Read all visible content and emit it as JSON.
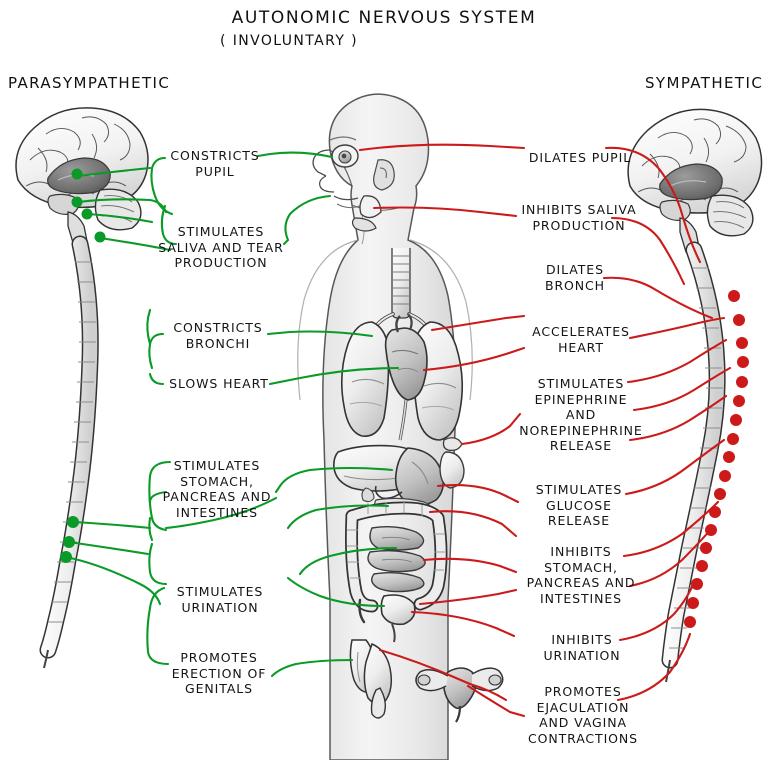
{
  "title": {
    "main": "AUTONOMIC NERVOUS SYSTEM",
    "sub": "( INVOLUNTARY )"
  },
  "columns": {
    "left_heading": "PARASYMPATHETIC",
    "right_heading": "SYMPATHETIC"
  },
  "colors": {
    "parasympathetic": "#0a9a28",
    "sympathetic": "#cc1a1a",
    "ink": "#141414",
    "body_fill": "#efefef",
    "organ_fill": "#f7f7f7",
    "shade": "#9a9a9a"
  },
  "parasympathetic_labels": [
    {
      "id": "constricts-pupil",
      "text": "CONSTRICTS\nPUPIL"
    },
    {
      "id": "stimulates-saliva-tear",
      "text": "STIMULATES\nSALIVA AND TEAR\nPRODUCTION"
    },
    {
      "id": "constricts-bronchi",
      "text": "CONSTRICTS\nBRONCHI"
    },
    {
      "id": "slows-heart",
      "text": "SLOWS HEART"
    },
    {
      "id": "stimulates-digestion",
      "text": "STIMULATES\nSTOMACH,\nPANCREAS AND\nINTESTINES"
    },
    {
      "id": "stimulates-urination",
      "text": "STIMULATES\nURINATION"
    },
    {
      "id": "promotes-erection",
      "text": "PROMOTES\nERECTION OF\nGENITALS"
    }
  ],
  "sympathetic_labels": [
    {
      "id": "dilates-pupil",
      "text": "DILATES PUPIL"
    },
    {
      "id": "inhibits-saliva",
      "text": "INHIBITS SALIVA\nPRODUCTION"
    },
    {
      "id": "dilates-bronch",
      "text": "DILATES\nBRONCH"
    },
    {
      "id": "accelerates-heart",
      "text": "ACCELERATES\nHEART"
    },
    {
      "id": "stimulates-epinephrine",
      "text": "STIMULATES\nEPINEPHRINE\nAND\nNOREPINEPHRINE\nRELEASE"
    },
    {
      "id": "stimulates-glucose",
      "text": "STIMULATES\nGLUCOSE\nRELEASE"
    },
    {
      "id": "inhibits-digestion",
      "text": "INHIBITS\nSTOMACH,\nPANCREAS AND\nINTESTINES"
    },
    {
      "id": "inhibits-urination",
      "text": "INHIBITS\nURINATION"
    },
    {
      "id": "promotes-ejaculation",
      "text": "PROMOTES\nEJACULATION\nAND VAGINA\nCONTRACTIONS"
    }
  ],
  "anatomy": {
    "figures": [
      "parasympathetic-brain-brainstem-spinal-cord",
      "sympathetic-brain-brainstem-spinal-cord",
      "human-body-outline-profile",
      "eye",
      "salivary-gland",
      "trachea",
      "lungs",
      "heart",
      "liver",
      "stomach",
      "pancreas",
      "small-intestine",
      "large-intestine",
      "adrenal-gland",
      "kidney",
      "bladder",
      "male-genitals",
      "uterus-female-organs"
    ],
    "ganglia": {
      "parasympathetic_dot_count": 7,
      "sympathetic_dot_count": 18
    }
  }
}
